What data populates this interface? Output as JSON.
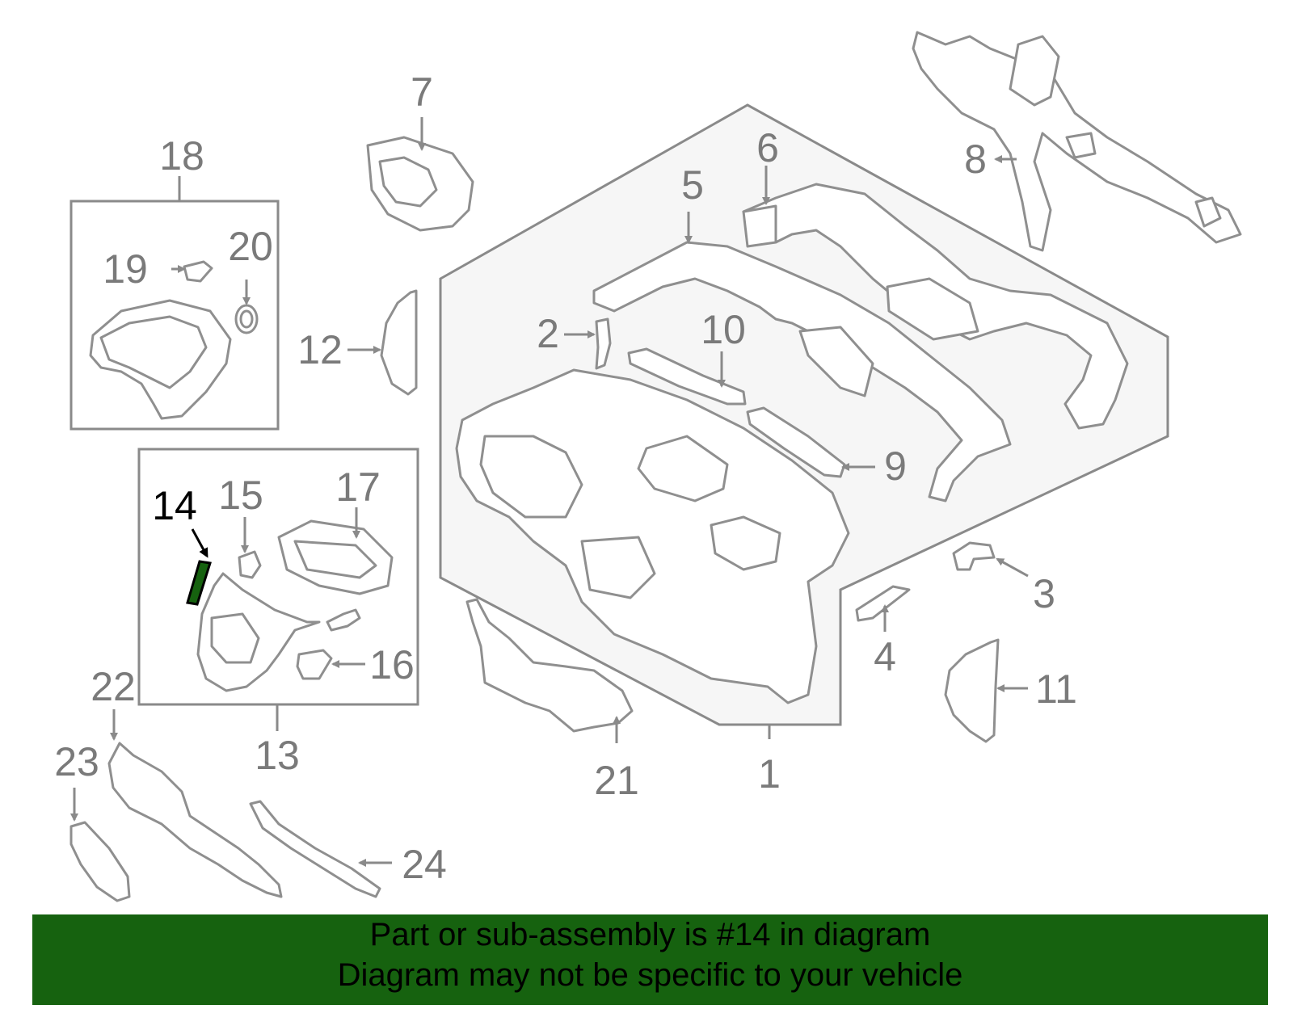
{
  "labels": {
    "l1": "1",
    "l2": "2",
    "l3": "3",
    "l4": "4",
    "l5": "5",
    "l6": "6",
    "l7": "7",
    "l8": "8",
    "l9": "9",
    "l10": "10",
    "l11": "11",
    "l12": "12",
    "l13": "13",
    "l14": "14",
    "l15": "15",
    "l16": "16",
    "l17": "17",
    "l18": "18",
    "l19": "19",
    "l20": "20",
    "l21": "21",
    "l22": "22",
    "l23": "23",
    "l24": "24"
  },
  "highlight": {
    "part": "14",
    "color": "#16620f"
  },
  "banner": {
    "line1": "Part or sub-assembly is #14 in diagram",
    "line2": "Diagram may not be specific to your vehicle",
    "background": "#16620f"
  }
}
